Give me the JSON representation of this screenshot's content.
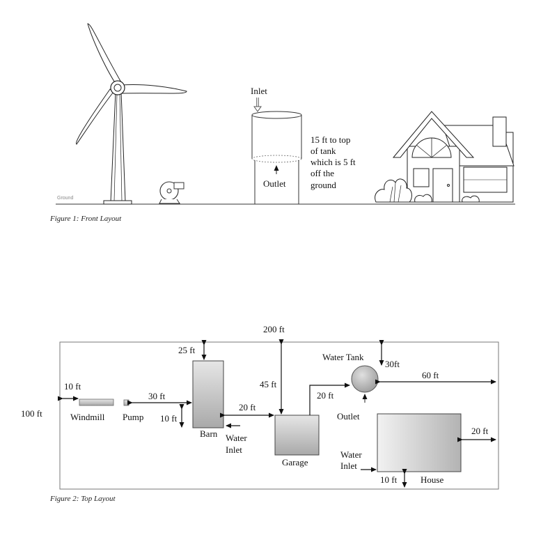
{
  "figure1": {
    "caption": "Figure 1: Front Layout",
    "ground_label": "Ground",
    "inlet_label": "Inlet",
    "outlet_label": "Outlet",
    "tank_note": [
      "15 ft to top",
      "of tank",
      "which is 5 ft",
      "off the",
      "ground"
    ]
  },
  "figure2": {
    "caption": "Figure 2: Top Layout",
    "width_label": "200 ft",
    "height_label": "100 ft",
    "labels": {
      "windmill": "Windmill",
      "pump": "Pump",
      "barn": "Barn",
      "barn_water_inlet": [
        "Water",
        "Inlet"
      ],
      "garage": "Garage",
      "water_tank": "Water Tank",
      "outlet": "Outlet",
      "house_water_inlet": [
        "Water",
        "Inlet"
      ],
      "house": "House"
    },
    "dimensions": {
      "windmill_left": "10 ft",
      "windmill_to_barn": "30 ft",
      "pump_to_bottom": "10 ft",
      "barn_top": "25 ft",
      "barn_to_garage": "20 ft",
      "garage_top": "45 ft",
      "garage_to_tank": "20 ft",
      "tank_top": "30ft",
      "tank_right": "60 ft",
      "house_right": "20 ft",
      "house_bottom": "10 ft"
    }
  }
}
